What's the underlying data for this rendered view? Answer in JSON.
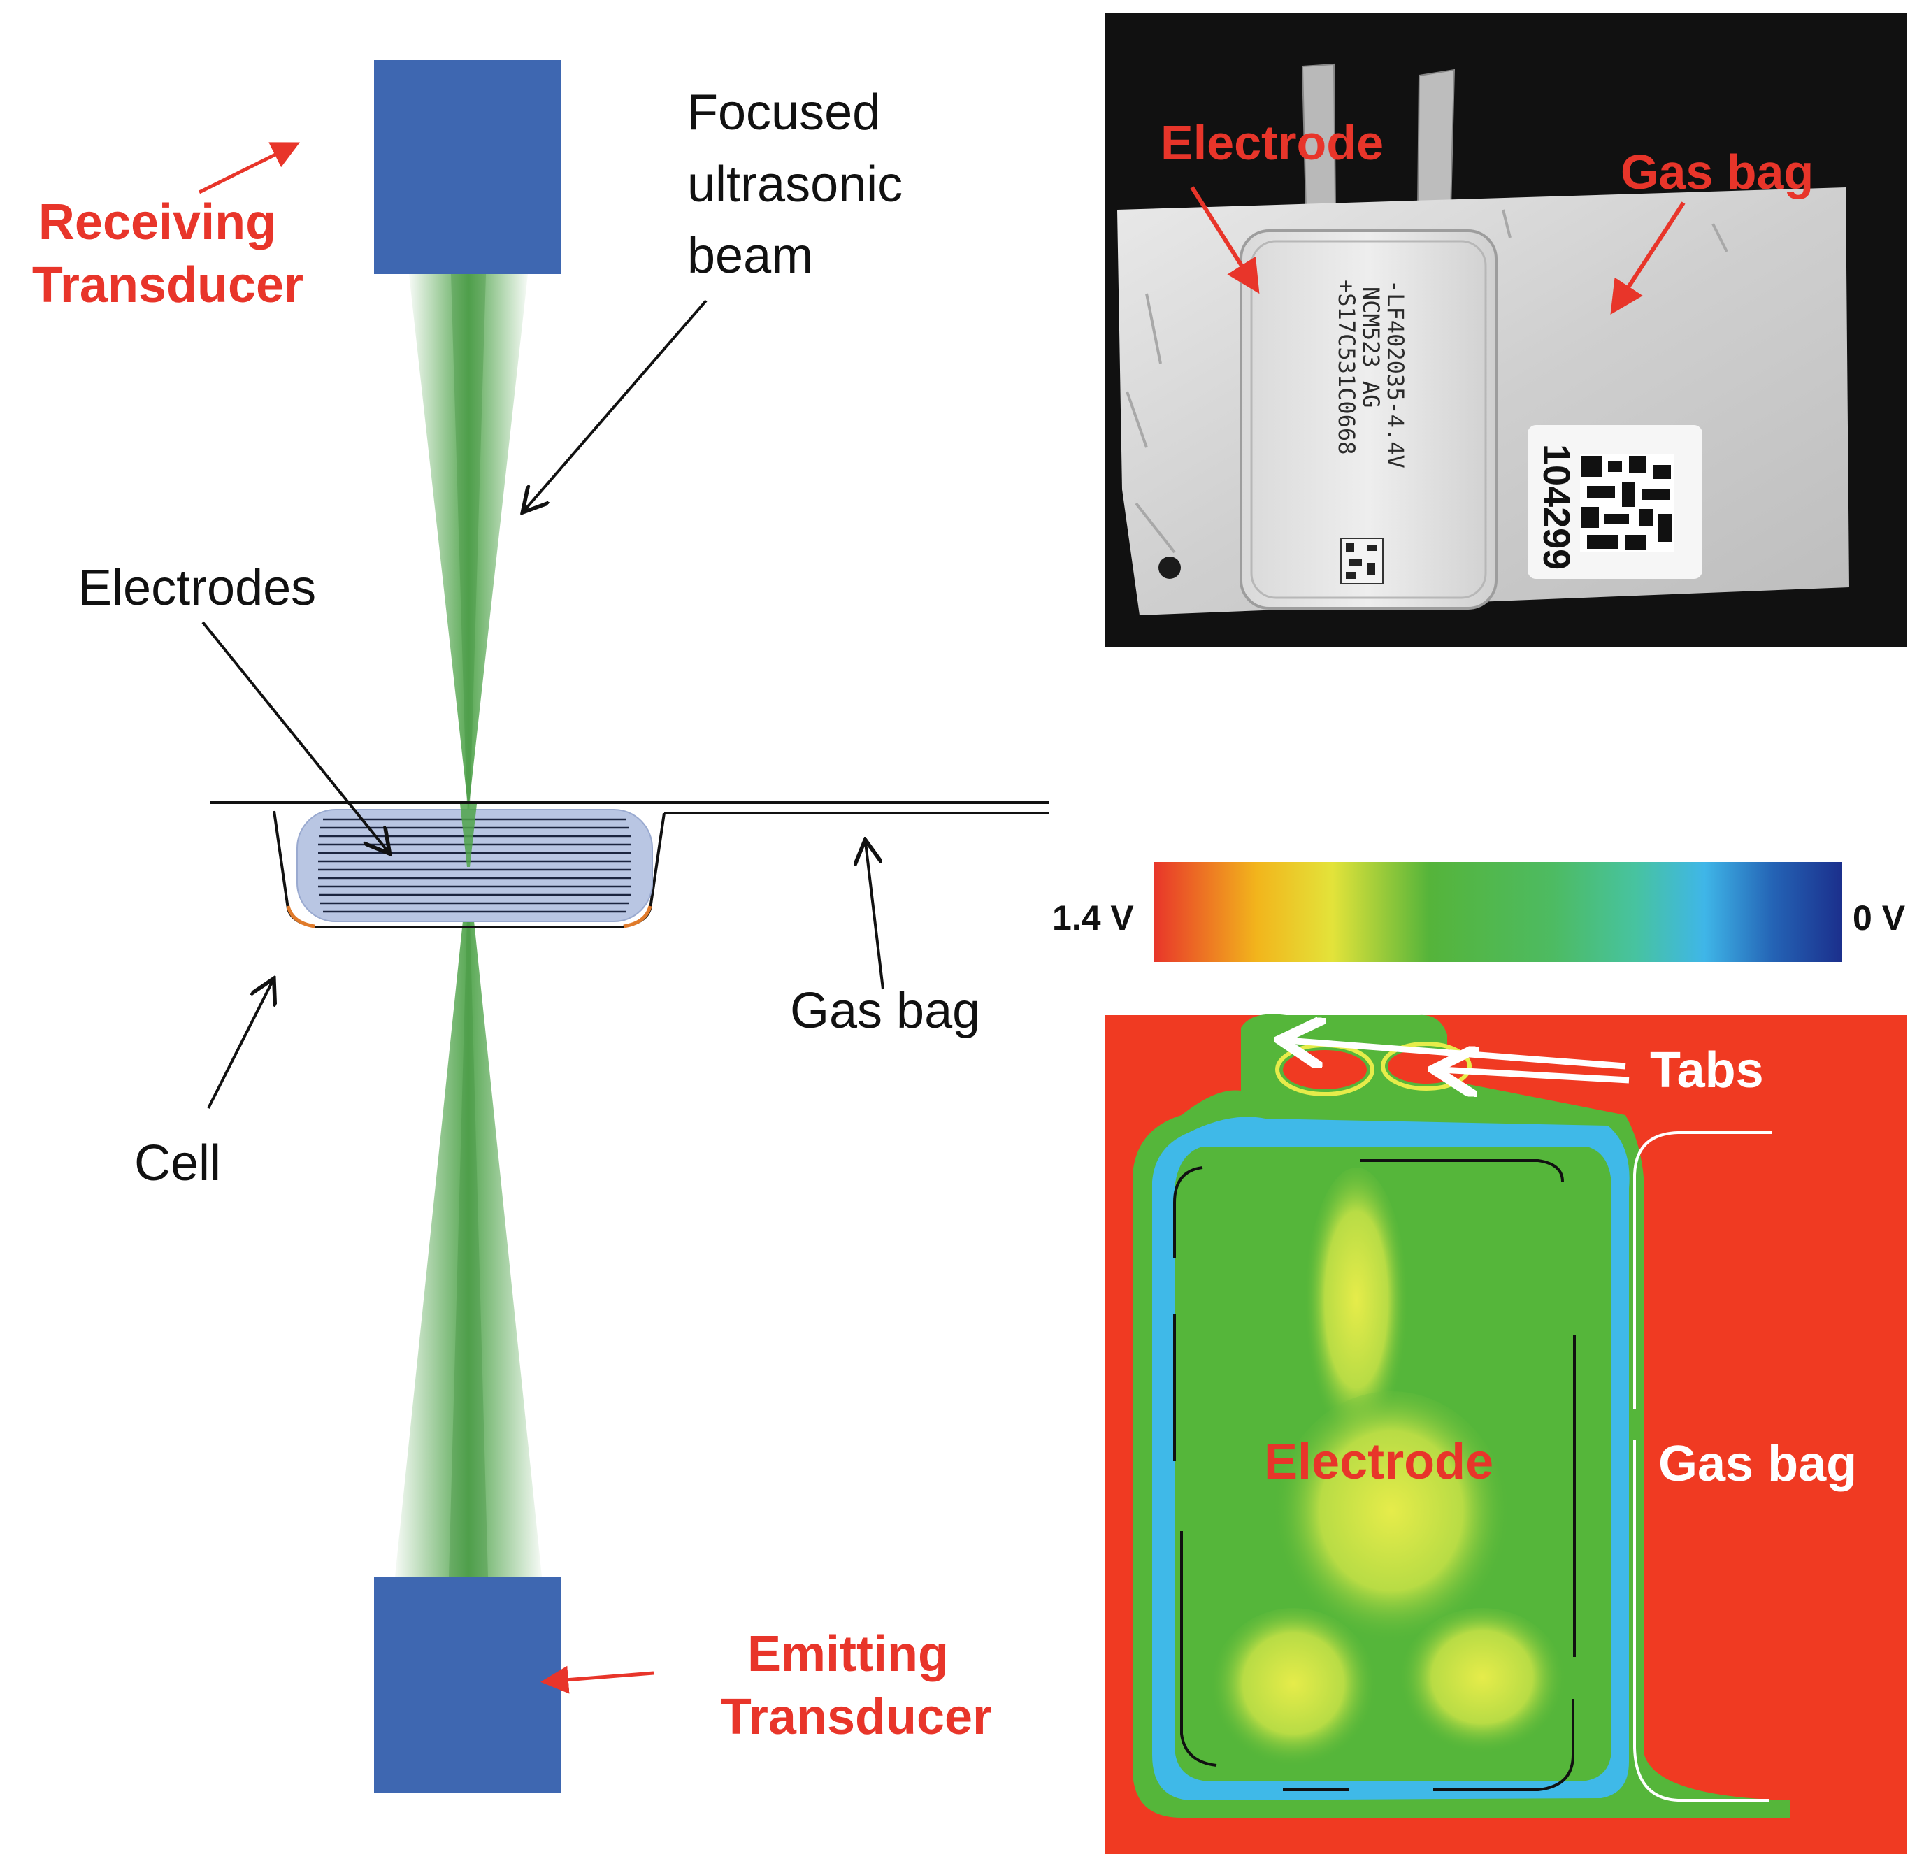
{
  "schematic": {
    "receiving_transducer": "Receiving\nTransducer",
    "emitting_transducer": "Emitting\nTransducer",
    "beam_label": "Focused\nultrasonic\nbeam",
    "electrodes_label": "Electrodes",
    "gas_bag_label": "Gas bag",
    "cell_label": "Cell",
    "colors": {
      "transducer": "#3e67b1",
      "beam": "#4fa34a",
      "cell_fill": "#b9c6e3",
      "label_red": "#e8352a"
    }
  },
  "photo": {
    "electrode_label": "Electrode",
    "gas_bag_label": "Gas bag",
    "cell_print": [
      "-LF402035-4.4V",
      "NCM523 AG",
      "+S17C531C0668"
    ],
    "barcode_number": "104299"
  },
  "colorbar": {
    "max_label": "1.4 V",
    "min_label": "0 V",
    "stops": [
      "#e8352a",
      "#f2b51c",
      "#e3e33a",
      "#55b43a",
      "#4dbb62",
      "#47c3a0",
      "#3fb6e8",
      "#2463b5",
      "#1b2f8c"
    ]
  },
  "scan": {
    "tabs_label": "Tabs",
    "electrode_label": "Electrode",
    "gas_bag_label": "Gas bag",
    "colors": {
      "background": "#f03a22",
      "cell": "#55b63a",
      "edge": "#3fb9e8",
      "high": "#e6ec4a"
    }
  }
}
